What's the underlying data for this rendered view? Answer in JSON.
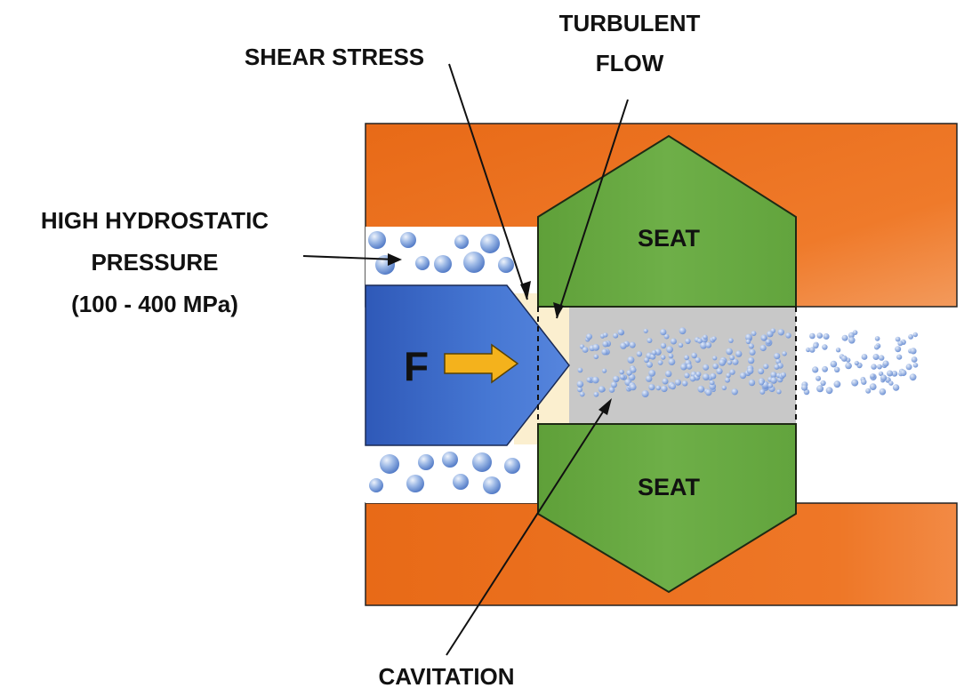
{
  "labels": {
    "shear_stress": "SHEAR STRESS",
    "turbulent_line1": "TURBULENT",
    "turbulent_line2": "FLOW",
    "pressure_line1": "HIGH HYDROSTATIC",
    "pressure_line2": "PRESSURE",
    "pressure_line3": "(100 - 400 MPa)",
    "seat_top": "SEAT",
    "seat_bottom": "SEAT",
    "force": "F",
    "cavitation": "CAVITATION"
  },
  "colors": {
    "housing": "#ED7423",
    "seat": "#6BAD45",
    "piston": "#3F6CC6",
    "gap": "#C8C8C8",
    "shear_zone": "#FBEFCF",
    "arrow": "#F4B21C",
    "droplet": "#7FA3DA"
  }
}
